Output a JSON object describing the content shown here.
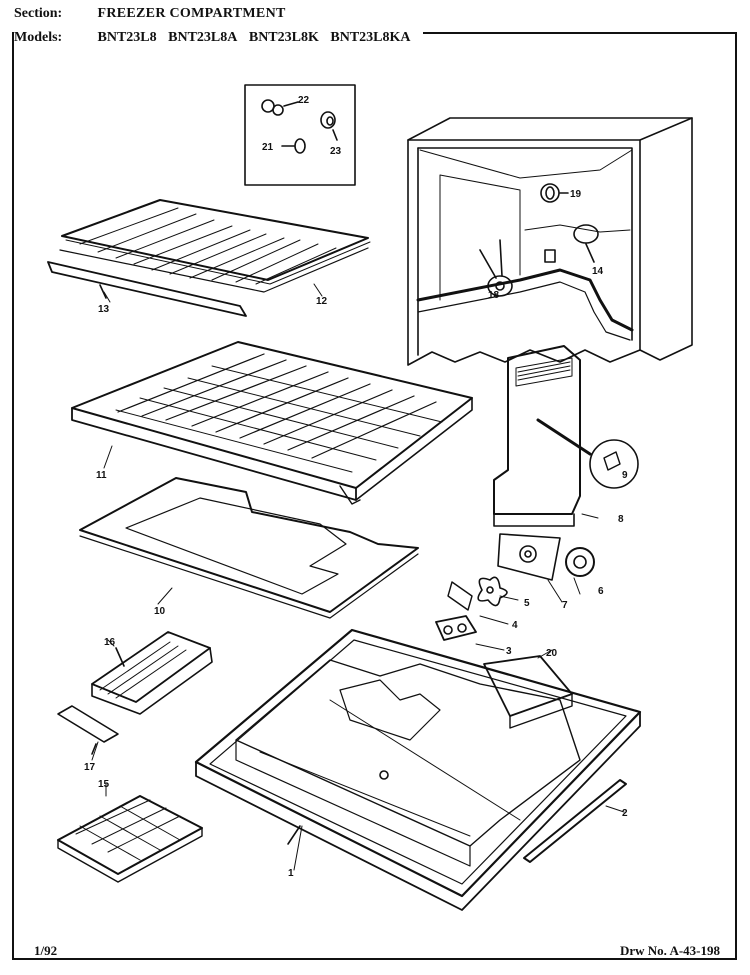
{
  "header": {
    "section_label": "Section:",
    "section_value": "FREEZER COMPARTMENT",
    "models_label": "Models:",
    "models": [
      "BNT23L8",
      "BNT23L8A",
      "BNT23L8K",
      "BNT23L8KA"
    ]
  },
  "callouts": {
    "c1": "1",
    "c2": "2",
    "c3": "3",
    "c4": "4",
    "c5": "5",
    "c6": "6",
    "c7": "7",
    "c8": "8",
    "c10": "10",
    "c11": "11",
    "c12": "12",
    "c13": "13",
    "c14": "14",
    "c15": "15",
    "c16": "16",
    "c17": "17",
    "c18": "18",
    "c19": "19",
    "c20": "20",
    "c21": "21",
    "c22": "22",
    "c23": "23",
    "c9": "9"
  },
  "footer": {
    "date": "1/92",
    "drawing_number": "Drw No. A-43-198"
  }
}
